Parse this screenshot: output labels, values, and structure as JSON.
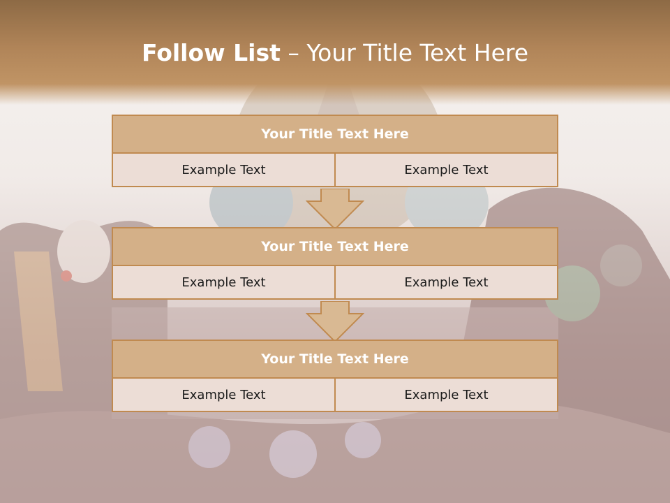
{
  "slide": {
    "title_bold": "Follow List",
    "title_rest": " – Your Title Text Here",
    "rows": [
      {
        "title": "Your Title Text Here",
        "left": "Example Text",
        "right": "Example Text"
      },
      {
        "title": "Your Title Text Here",
        "left": "Example Text",
        "right": "Example Text"
      },
      {
        "title": "Your Title Text Here",
        "left": "Example Text",
        "right": "Example Text"
      }
    ]
  },
  "colors": {
    "accent": "#c08a50",
    "header_fill": "#d4b088",
    "cell_fill": "#ecddd6"
  },
  "icons": [
    "down-arrow-icon",
    "down-arrow-icon"
  ]
}
